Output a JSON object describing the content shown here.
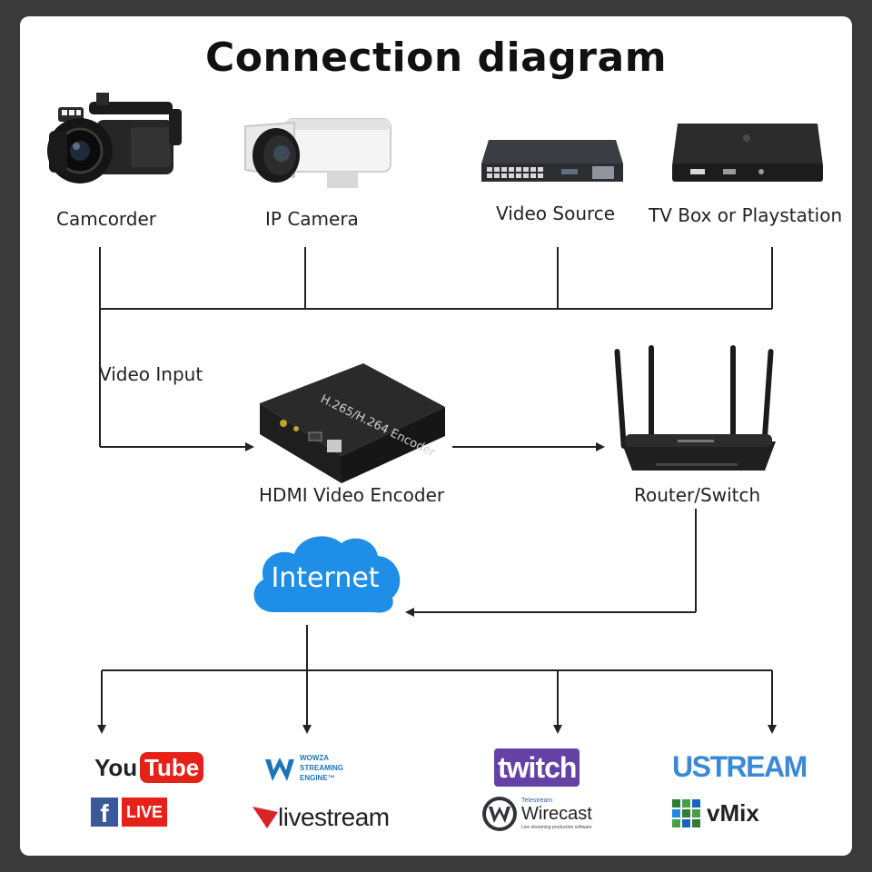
{
  "title": "Connection diagram",
  "sources": [
    {
      "label": "Camcorder",
      "icon": "camcorder-icon"
    },
    {
      "label": "IP Camera",
      "icon": "ip-camera-icon"
    },
    {
      "label": "Video Source",
      "icon": "nvr-recorder-icon"
    },
    {
      "label": "TV Box or Playstation",
      "icon": "tv-box-icon"
    }
  ],
  "input_label": "Video Input",
  "encoder": {
    "label": "HDMI Video Encoder",
    "device_text": "H.265/H.264 Encoder"
  },
  "router": {
    "label": "Router/Switch"
  },
  "internet": {
    "label": "Internet"
  },
  "platforms": {
    "youtube": {
      "you": "You",
      "tube": "Tube"
    },
    "facebook_live": {
      "f": "f",
      "live": "LIVE"
    },
    "wowza": {
      "line1": "WOWZA",
      "line2": "STREAMING",
      "line3": "ENGINE™"
    },
    "livestream": "livestream",
    "twitch": "twitch",
    "wirecast": {
      "brand": "Telestream",
      "name": "Wirecast",
      "tagline": "Live streaming production software"
    },
    "ustream": "USTREAM",
    "vmix": "vMix"
  },
  "colors": {
    "background": "#3a3a3a",
    "card": "#ffffff",
    "lines": "#222222",
    "cloud": "#1e8ee6",
    "youtube_red": "#e62117",
    "facebook_blue": "#3b5998",
    "twitch_purple": "#6441a5",
    "ustream_blue": "#3a88d8",
    "wowza_blue": "#1c75bc",
    "livestream_red": "#d8232a"
  }
}
